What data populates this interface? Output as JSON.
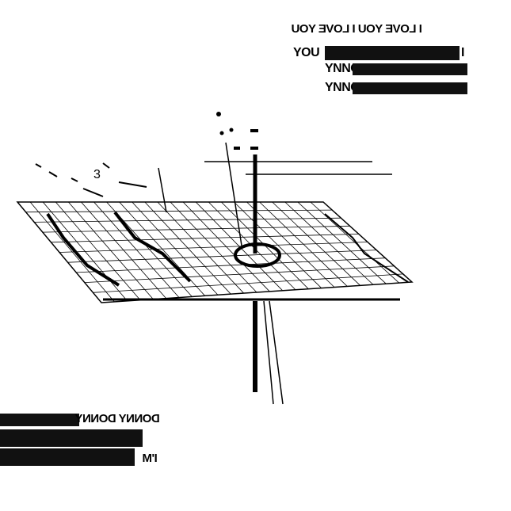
{
  "top_text": {
    "line1": "I LOVE YOU I LOVE YOU",
    "line2_left": "YOU",
    "line2_right": "I",
    "line3": "YNNO YNNO",
    "line4": "YNNO YNNO"
  },
  "bottom_text": {
    "line1": "DONNY DONNY",
    "line3": "I'M"
  },
  "sketch_marks": {
    "numeral": "3"
  }
}
